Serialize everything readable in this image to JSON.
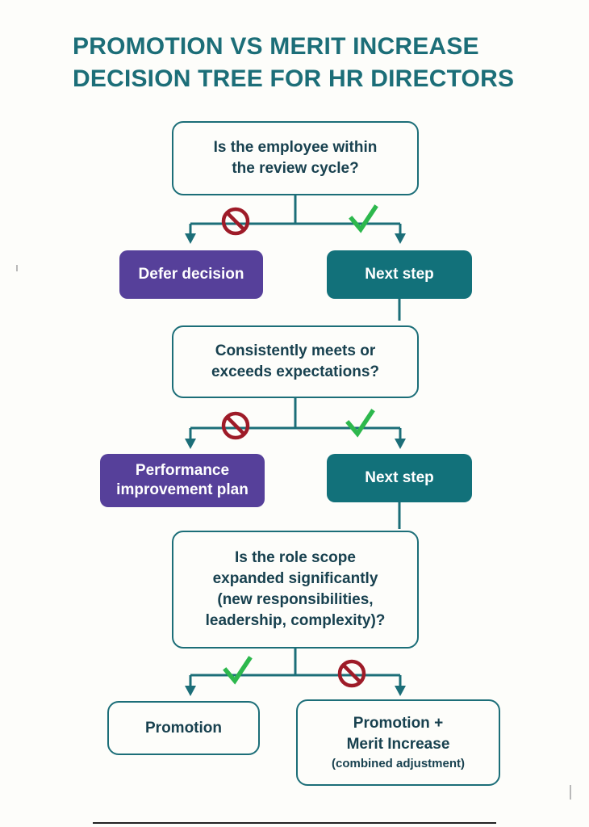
{
  "title": {
    "line1": "PROMOTION VS MERIT INCREASE",
    "line2": "DECISION TREE FOR HR DIRECTORS",
    "color": "#1C6E78"
  },
  "palette": {
    "background": "#fdfdfa",
    "teal": "#12717A",
    "teal_outline": "#1C6E78",
    "purple": "#56409A",
    "text_dark": "#18414F",
    "check_green": "#2DB84D",
    "prohibit_red": "#9E1B28"
  },
  "diagram": {
    "type": "decision-tree",
    "nodes": [
      {
        "id": "q1",
        "kind": "question",
        "lines": [
          "Is the employee within",
          "the review cycle?"
        ]
      },
      {
        "id": "n1_no",
        "kind": "purple-action",
        "lines": [
          "Defer decision"
        ]
      },
      {
        "id": "n1_yes",
        "kind": "teal-action",
        "lines": [
          "Next step"
        ]
      },
      {
        "id": "q2",
        "kind": "question",
        "lines": [
          "Consistently meets or",
          "exceeds expectations?"
        ]
      },
      {
        "id": "n2_no",
        "kind": "purple-action",
        "lines": [
          "Performance",
          "improvement plan"
        ]
      },
      {
        "id": "n2_yes",
        "kind": "teal-action",
        "lines": [
          "Next step"
        ]
      },
      {
        "id": "q3",
        "kind": "question",
        "lines": [
          "Is the role scope",
          "expanded significantly",
          "(new responsibilities,",
          "leadership, complexity)?"
        ]
      },
      {
        "id": "n3_yes",
        "kind": "outcome",
        "lines": [
          "Promotion"
        ]
      },
      {
        "id": "n3_no",
        "kind": "outcome",
        "lines": [
          "Promotion +",
          "Merit Increase"
        ],
        "sub": "(combined adjustment)"
      }
    ],
    "branches": [
      {
        "from": "q1",
        "marker": "prohibit-icon",
        "side": "left",
        "to": "n1_no"
      },
      {
        "from": "q1",
        "marker": "check-icon",
        "side": "right",
        "to": "n1_yes"
      },
      {
        "from": "q2",
        "marker": "prohibit-icon",
        "side": "left",
        "to": "n2_no"
      },
      {
        "from": "q2",
        "marker": "check-icon",
        "side": "right",
        "to": "n2_yes"
      },
      {
        "from": "q3",
        "marker": "check-icon",
        "side": "left",
        "to": "n3_yes"
      },
      {
        "from": "q3",
        "marker": "prohibit-icon",
        "side": "right",
        "to": "n3_no"
      }
    ]
  },
  "boxes": {
    "q1_l1": "Is the employee within",
    "q1_l2": "the review cycle?",
    "defer": "Defer decision",
    "next1": "Next step",
    "q2_l1": "Consistently meets or",
    "q2_l2": "exceeds expectations?",
    "pip_l1": "Performance",
    "pip_l2": "improvement plan",
    "next2": "Next step",
    "q3_l1": "Is the role scope",
    "q3_l2": "expanded significantly",
    "q3_l3": "(new responsibilities,",
    "q3_l4": "leadership, complexity)?",
    "promotion": "Promotion",
    "combo_l1": "Promotion +",
    "combo_l2": "Merit Increase",
    "combo_sub": "(combined adjustment)"
  }
}
